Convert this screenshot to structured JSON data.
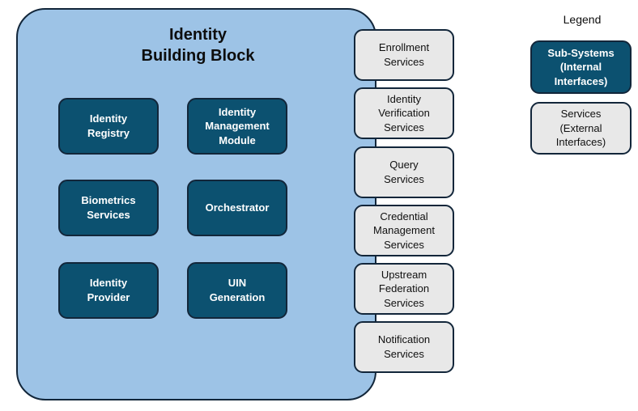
{
  "building_block": {
    "title": "Identity\nBuilding Block",
    "fill_color": "#9dc3e6",
    "border_color": "#12263a",
    "subsystems": [
      {
        "label": "Identity\nRegistry",
        "col": 0,
        "row": 0
      },
      {
        "label": "Identity\nManagement\nModule",
        "col": 1,
        "row": 0
      },
      {
        "label": "Biometrics\nServices",
        "col": 0,
        "row": 1
      },
      {
        "label": "Orchestrator",
        "col": 1,
        "row": 1
      },
      {
        "label": "Identity\nProvider",
        "col": 0,
        "row": 2
      },
      {
        "label": "UIN\nGeneration",
        "col": 1,
        "row": 2
      }
    ]
  },
  "services": {
    "fill_color": "#e8e8e8",
    "items": [
      {
        "label": "Enrollment\nServices"
      },
      {
        "label": "Identity\nVerification\nServices"
      },
      {
        "label": "Query\nServices"
      },
      {
        "label": "Credential\nManagement\nServices"
      },
      {
        "label": "Upstream\nFederation\nServices"
      },
      {
        "label": "Notification\nServices"
      }
    ]
  },
  "legend": {
    "title": "Legend",
    "entries": [
      {
        "label": "Sub-Systems\n(Internal\nInterfaces)",
        "color": "#0c5170"
      },
      {
        "label": "Services\n(External\nInterfaces)",
        "color": "#e8e8e8"
      }
    ]
  }
}
